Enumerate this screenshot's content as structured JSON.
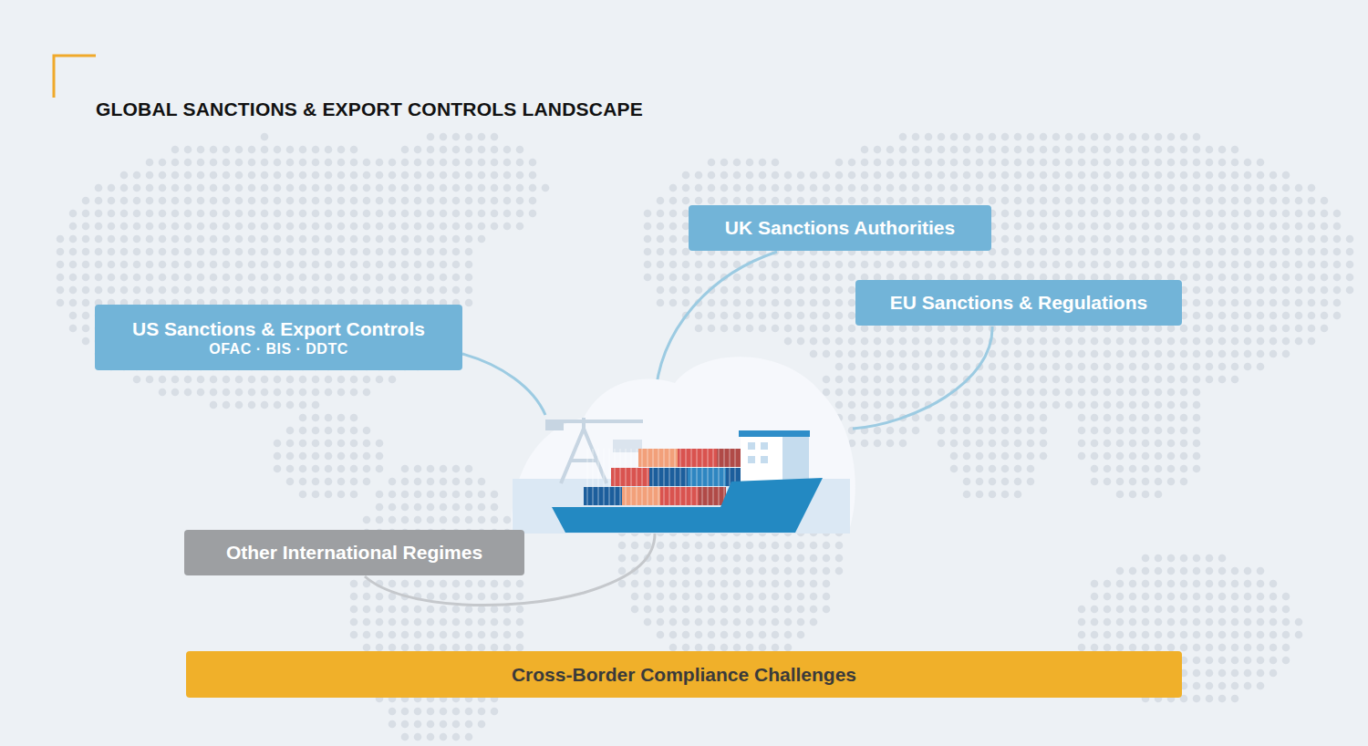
{
  "diagram": {
    "title": "GLOBAL SANCTIONS & EXPORT CONTROLS LANDSCAPE",
    "nodes": [
      {
        "text": [
          "UK Sanctions Authorities"
        ]
      },
      {
        "text": [
          "EU Sanctions & Regulations"
        ]
      },
      {
        "text": [
          "US Sanctions & Export Controls",
          "OFAC · BIS · DDTC"
        ]
      },
      {
        "text": [
          "Other International Regimes"
        ]
      },
      {
        "text": [
          "Cross-Border Compliance Challenges"
        ]
      }
    ]
  }
}
